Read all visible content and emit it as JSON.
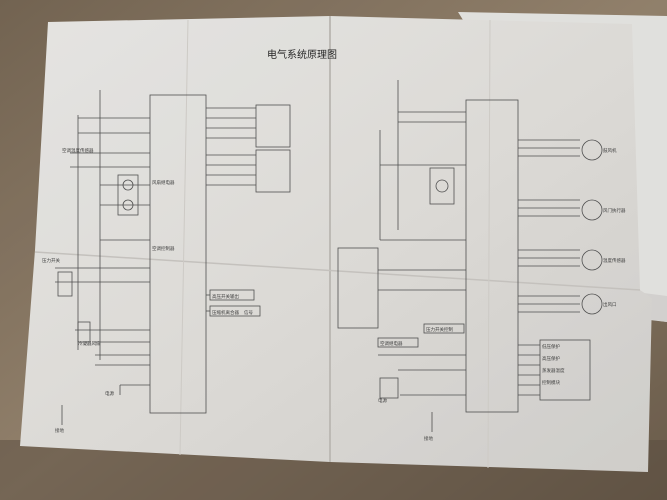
{
  "photo": {
    "background_color": "#8c7b66",
    "paper_color": "#eceae6",
    "ink_color": "#4a4a4a"
  },
  "document": {
    "title": "电气系统原理图",
    "left_labels": [
      "空调温度传感器",
      "压力开关",
      "风扇继电器",
      "冷凝器风扇",
      "空调控制器"
    ],
    "middle_notes": [
      "高压开关输出",
      "压缩机离合器",
      "信号"
    ],
    "right_labels": [
      "鼓风机",
      "风门执行器",
      "温度传感器",
      "出风口"
    ],
    "right_lower_labels": [
      "压力开关控制",
      "空调继电器",
      "低压保护",
      "高压保护",
      "蒸发器温度",
      "控制模块"
    ],
    "bottom_left": [
      "接地",
      "电源"
    ],
    "bottom_right": [
      "接地",
      "电源"
    ]
  }
}
